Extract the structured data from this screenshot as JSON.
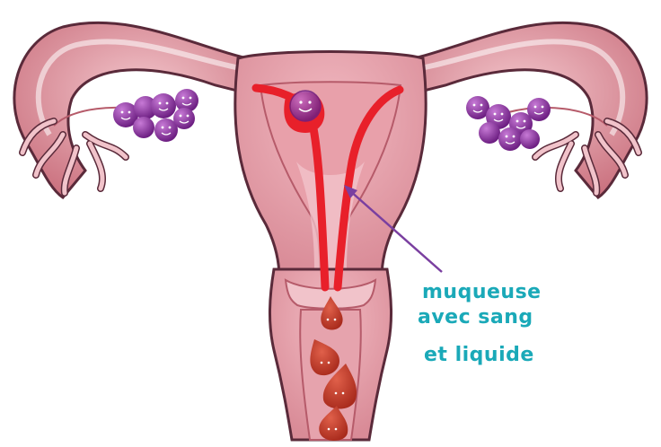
{
  "annotation": {
    "lines": [
      "muqueuse",
      "avec sang",
      "et liquide"
    ],
    "color": "#1aa9b8",
    "arrow_color": "#7a3fa0"
  },
  "colors": {
    "uterus_fill": "#e9a7b0",
    "uterus_outline": "#5a2a3a",
    "cavity_fill": "#d9868f",
    "blood": "#e8202a",
    "ovary_purple": "#8a2f9a",
    "drop": "#c63a2a"
  }
}
